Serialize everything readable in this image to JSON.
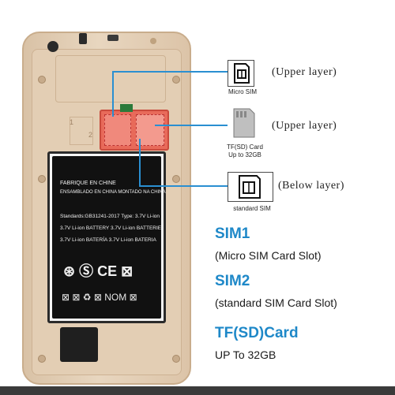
{
  "callouts": [
    {
      "card_label": "Micro SIM",
      "layer": "(Upper layer)",
      "icon": "micro-sim-card-icon"
    },
    {
      "card_label_line1": "TF(SD) Card",
      "card_label_line2": "Up to 32GB",
      "layer": "(Upper layer)",
      "icon": "sd-card-icon"
    },
    {
      "card_label": "standard SIM",
      "layer": "(Below layer)",
      "icon": "standard-sim-card-icon"
    }
  ],
  "slots": [
    {
      "title": "SIM1",
      "subtitle": "(Micro SIM Card Slot)"
    },
    {
      "title": "SIM2",
      "subtitle": "(standard SIM Card Slot)"
    },
    {
      "title": "TF(SD)Card",
      "subtitle": "UP To 32GB"
    }
  ],
  "battery": {
    "line1": "FABRIQUE EN CHINE",
    "line2": "ENSAMBLADO EN CHINA MONTADO NA CHINA",
    "line3": "Standards:GB31241-2017  Type: 3.7V Li-ion",
    "line4": "3.7V Li-ion BATTERY 3.7V Li-ion BATTERIE",
    "line5": "3.7V Li-ion BATERÍA 3.7V Li-ion BATERIA",
    "cert_symbols": "⊛ Ⓢ CE ⊠",
    "recycle_symbols": "⊠ ⊠ ♻ ⊠ NOM ⊠"
  },
  "tray_numbers": {
    "slot1": "1",
    "slot2": "2"
  },
  "colors": {
    "accent_blue": "#1e88c8",
    "callout_line": "#2a8fd1",
    "tray_red": "#e86a5a",
    "phone_gold": "#e3ceb4"
  }
}
